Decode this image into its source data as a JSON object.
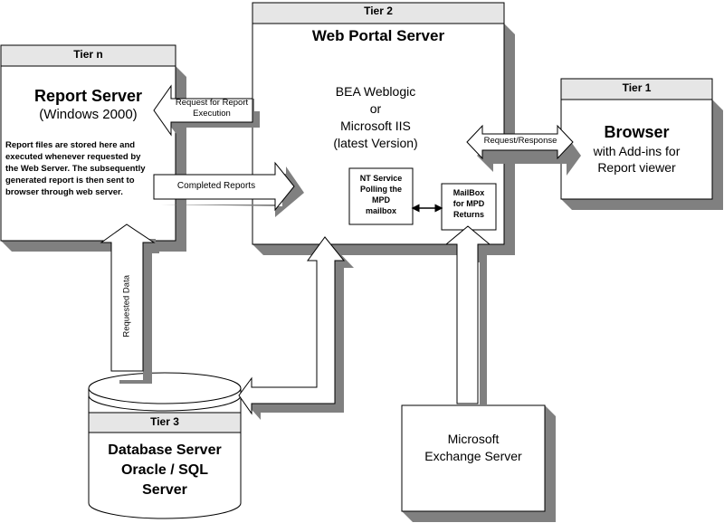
{
  "colors": {
    "box_fill": "#ffffff",
    "header_fill": "#e6e6e6",
    "shadow": "#808080",
    "line": "#000000"
  },
  "tier2": {
    "tier": "Tier 2",
    "title": "Web Portal Server",
    "server_lines": [
      "BEA Weblogic",
      "or",
      "Microsoft IIS",
      "(latest Version)"
    ],
    "nt_service_lines": [
      "NT Service",
      "Polling the",
      "MPD",
      "mailbox"
    ],
    "mailbox_lines": [
      "MailBox",
      "for MPD",
      "Returns"
    ]
  },
  "tiern": {
    "tier": "Tier n",
    "title": "Report Server",
    "subtitle": "(Windows 2000)",
    "description_lines": [
      "Report files are stored here and",
      "executed whenever requested by",
      "the Web Server. The subsequently",
      "generated report is then sent to",
      "browser through web server."
    ]
  },
  "tier1": {
    "tier": "Tier 1",
    "title": "Browser",
    "subtitle_lines": [
      "with Add-ins for",
      "Report viewer"
    ]
  },
  "tier3": {
    "tier": "Tier 3",
    "title_lines": [
      "Database Server",
      "Oracle / SQL",
      "Server"
    ]
  },
  "exchange": {
    "title_lines": [
      "Microsoft",
      "Exchange Server"
    ]
  },
  "arrows": {
    "request_report_lines": [
      "Request for Report",
      "Execution"
    ],
    "completed_reports": "Completed Reports",
    "request_response": "Request/Response",
    "requested_data": "Requested Data"
  }
}
